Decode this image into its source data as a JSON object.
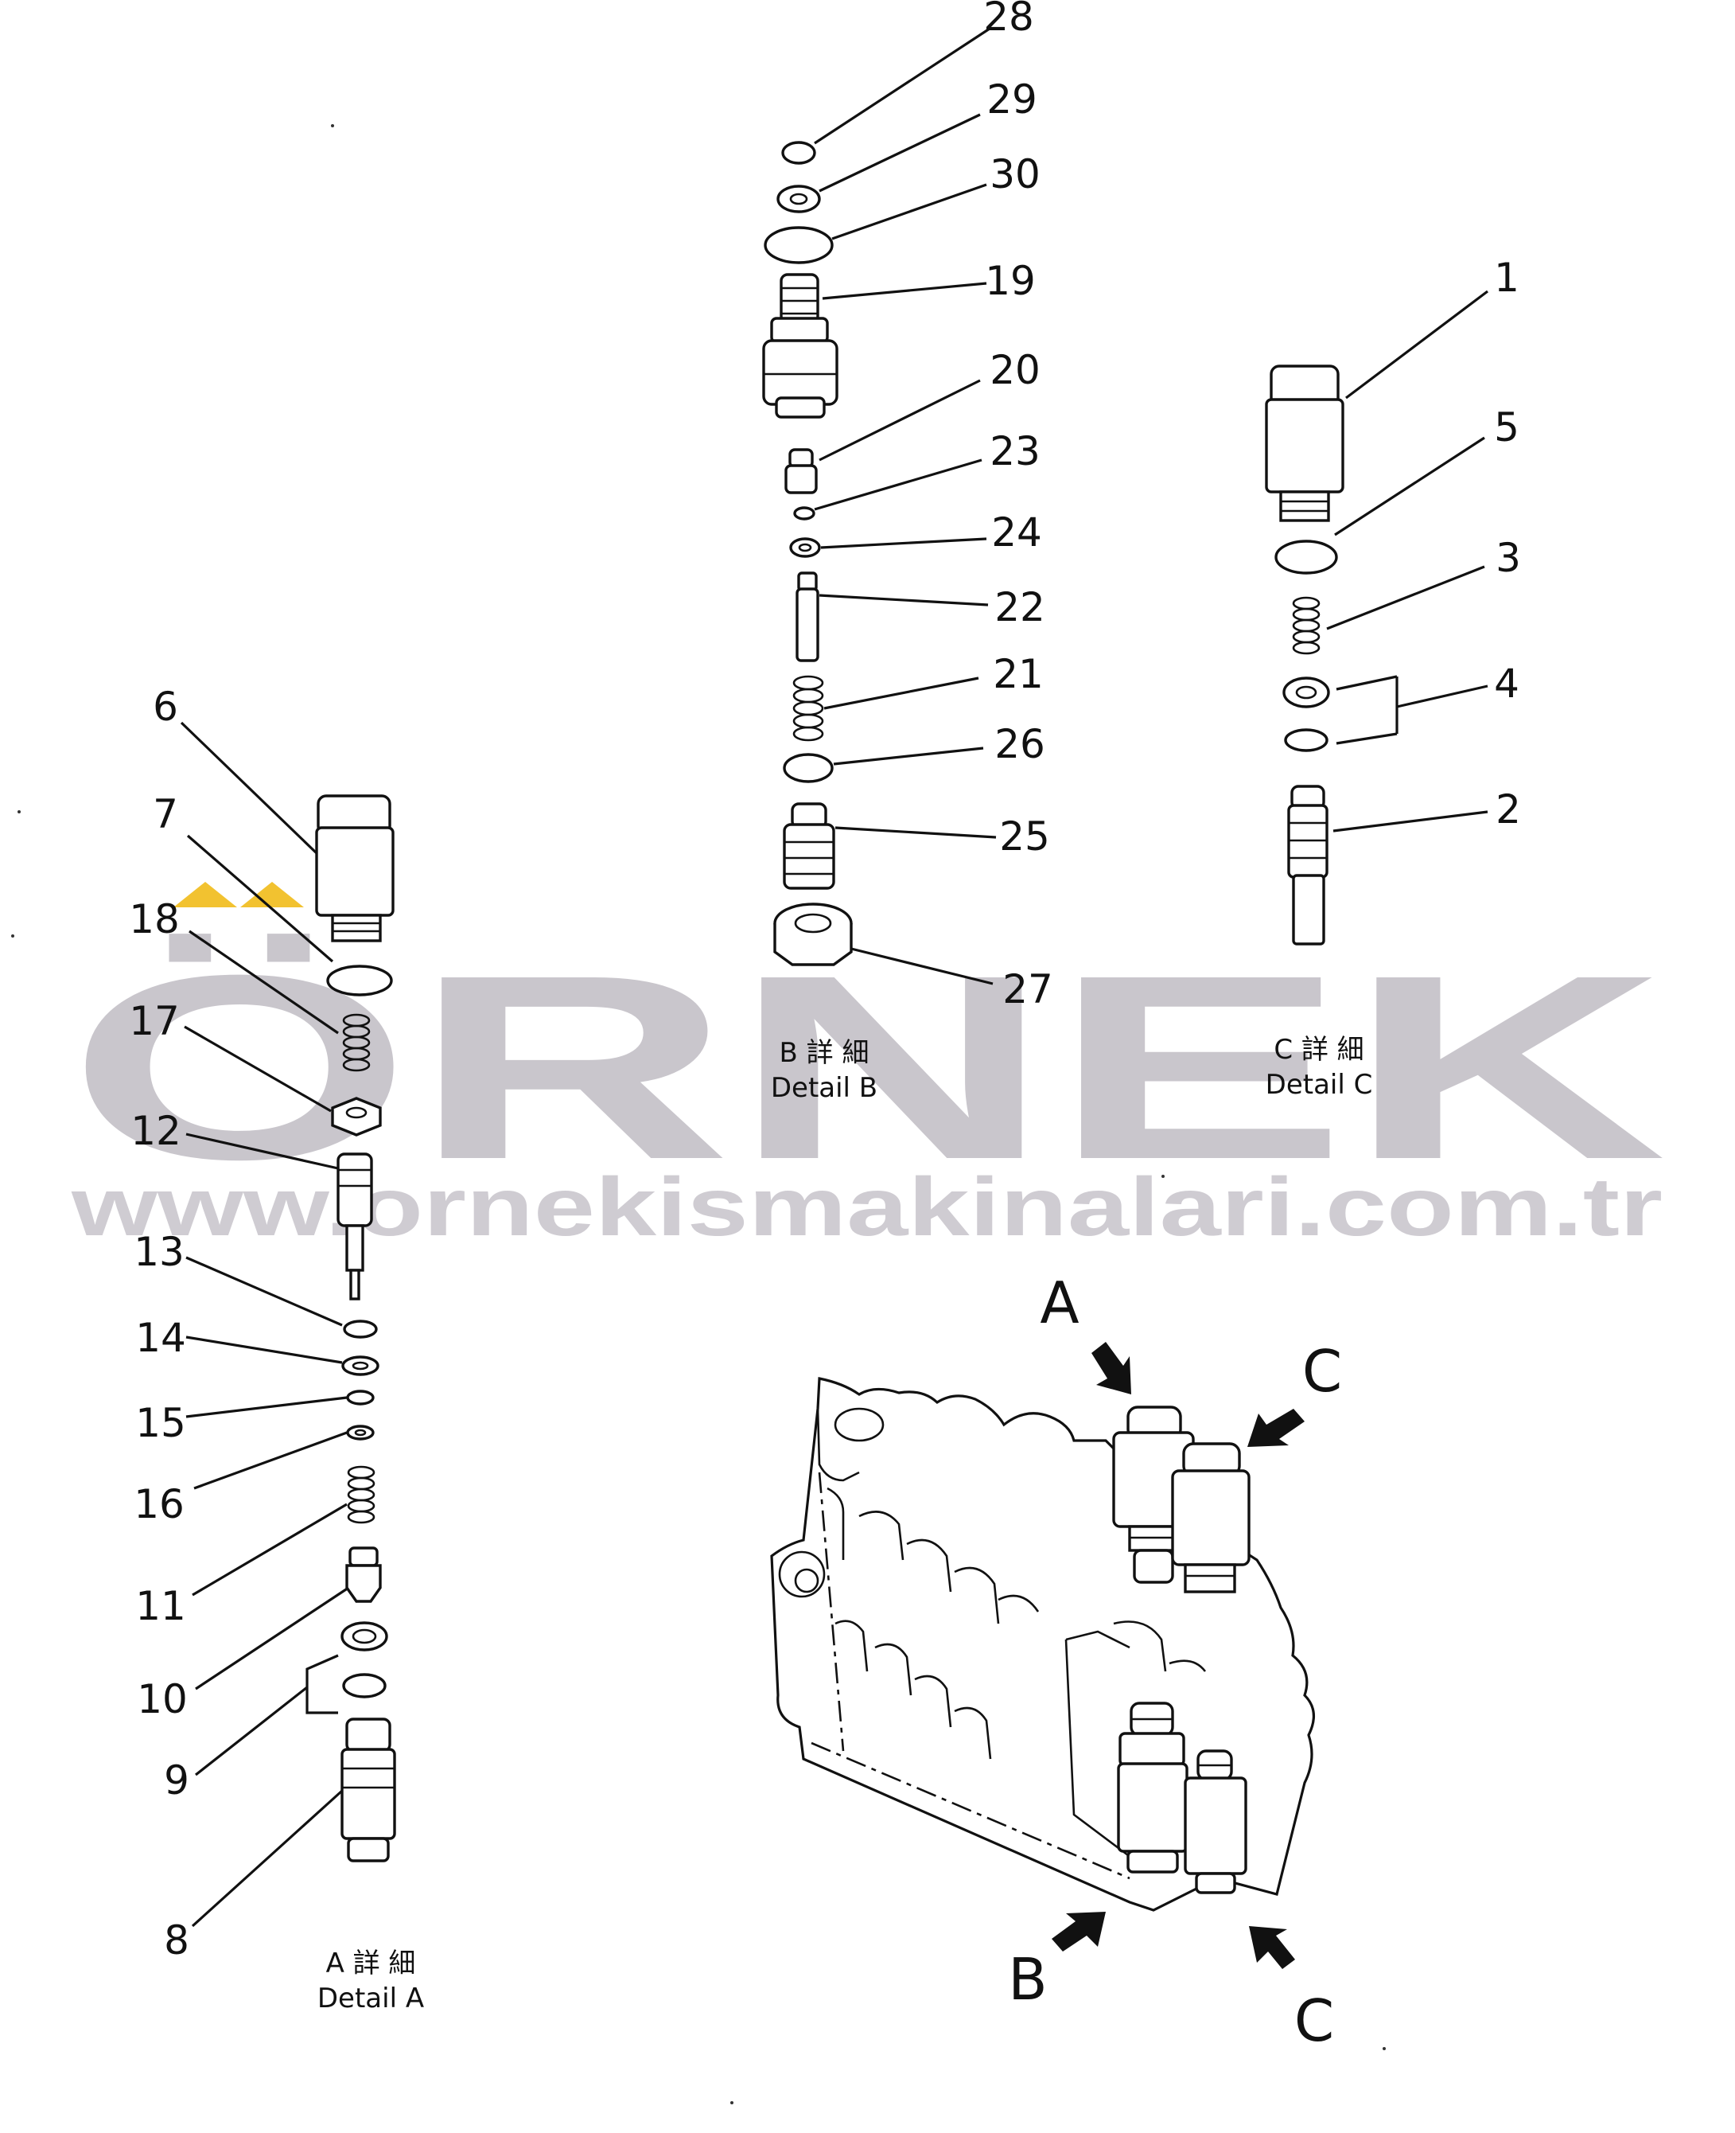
{
  "watermark": {
    "brand": "ÖRNEK",
    "url": "www.ornekismakinalari.com.tr",
    "accent_color": "#f2c230",
    "text_color": "#c9c6cc"
  },
  "details": {
    "a": {
      "caption_jp": "A 詳 細",
      "caption_en": "Detail A",
      "callouts": [
        "6",
        "7",
        "18",
        "17",
        "12",
        "13",
        "14",
        "15",
        "16",
        "11",
        "10",
        "9",
        "8"
      ]
    },
    "b": {
      "caption_jp": "B 詳 細",
      "caption_en": "Detail B",
      "callouts": [
        "28",
        "29",
        "30",
        "19",
        "20",
        "23",
        "24",
        "22",
        "21",
        "26",
        "25",
        "27"
      ]
    },
    "c": {
      "caption_jp": "C 詳 細",
      "caption_en": "Detail C",
      "callouts": [
        "1",
        "5",
        "3",
        "4",
        "2"
      ]
    }
  },
  "assembly": {
    "labels": [
      "A",
      "C",
      "B",
      "C"
    ]
  }
}
